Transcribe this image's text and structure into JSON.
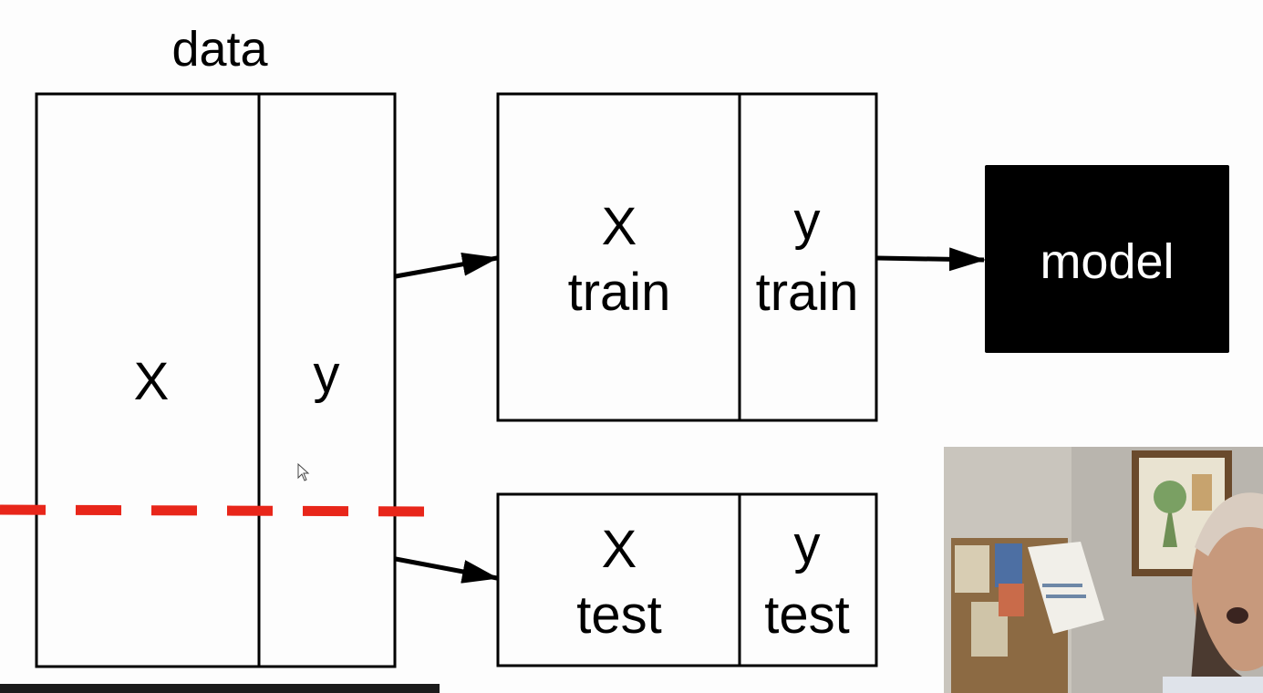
{
  "diagram": {
    "data_title": "data",
    "data_x": "X",
    "data_y": "y",
    "train_x_line1": "X",
    "train_x_line2": "train",
    "train_y_line1": "y",
    "train_y_line2": "train",
    "test_x_line1": "X",
    "test_x_line2": "test",
    "test_y_line1": "y",
    "test_y_line2": "test",
    "model_label": "model"
  },
  "colors": {
    "split_line": "#e8261a",
    "model_box": "#000000",
    "stroke": "#000000"
  },
  "icons": {
    "cursor": "mouse-pointer-icon"
  }
}
